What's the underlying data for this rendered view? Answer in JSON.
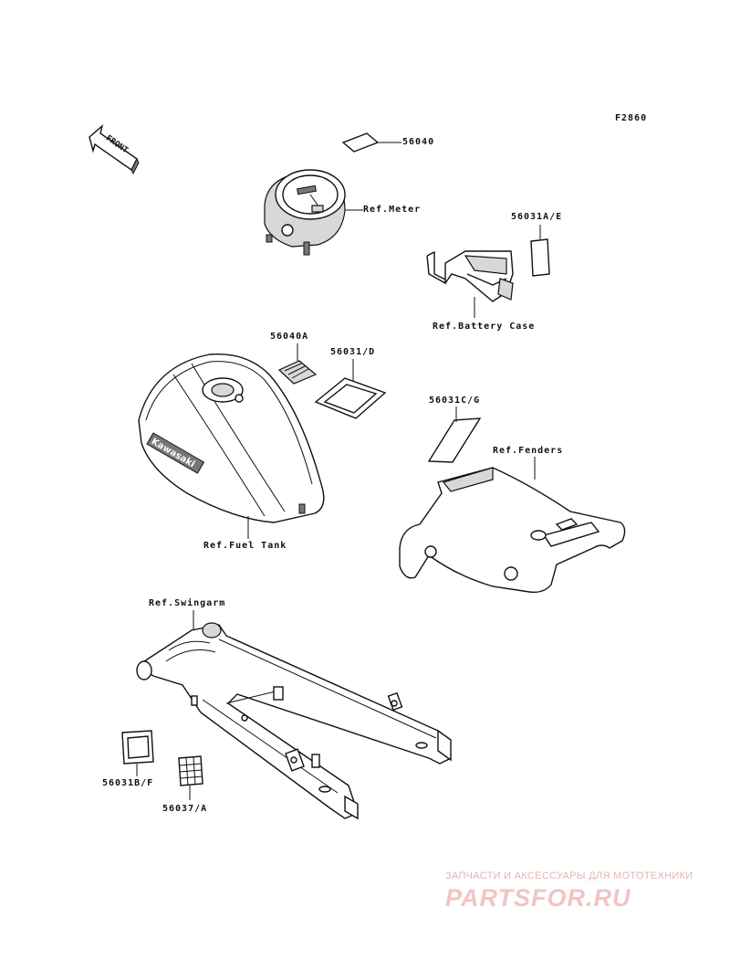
{
  "diagram_code": "F2860",
  "front_arrow_label": "FRONT",
  "labels": {
    "p56040": "56040",
    "ref_meter": "Ref.Meter",
    "p56031ae": "56031A/E",
    "ref_battery_case": "Ref.Battery Case",
    "p56040a": "56040A",
    "p56031d": "56031/D",
    "p56031cg": "56031C/G",
    "ref_fenders": "Ref.Fenders",
    "ref_fuel_tank": "Ref.Fuel Tank",
    "ref_swingarm": "Ref.Swingarm",
    "p56031bf": "56031B/F",
    "p56037a": "56037/A"
  },
  "tank_brand": "Kawasaki",
  "watermark": {
    "line1": "ЗАПЧАСТИ И АКСЕССУАРЫ ДЛЯ МОТОТЕХНИКИ",
    "line2": "PARTSFOR.RU"
  },
  "colors": {
    "ink": "#111111",
    "watermark": "#f2c4c4"
  }
}
